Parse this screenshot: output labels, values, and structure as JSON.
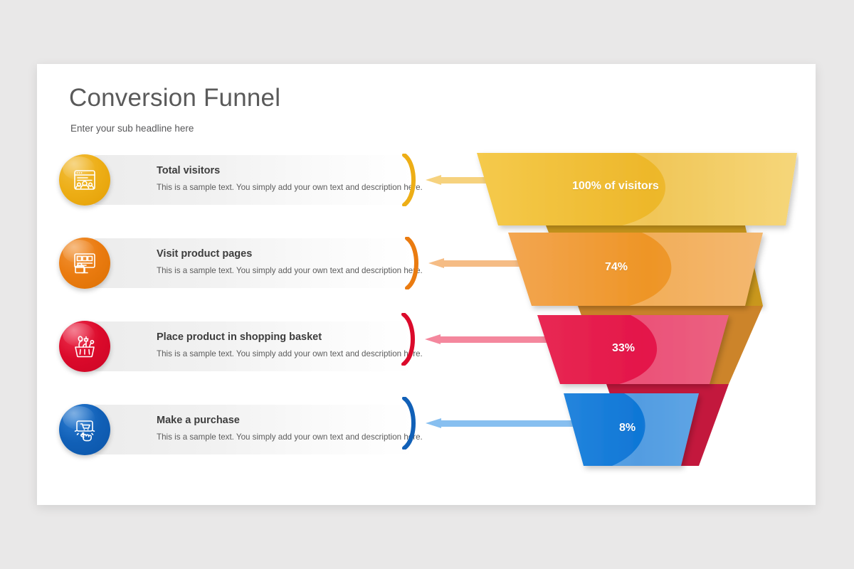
{
  "slide": {
    "title": "Conversion Funnel",
    "subtitle": "Enter your sub headline here",
    "background_color": "#e9e8e8",
    "card_color": "#ffffff"
  },
  "stages": [
    {
      "label": "Total visitors",
      "description": "This is a sample text. You simply add your own text and description here.",
      "icon": "browser-users-icon",
      "color": "#EDAE16",
      "color_light": "#F6D27E",
      "percent_label": "100% of visitors",
      "percent_value": 100
    },
    {
      "label": "Visit product pages",
      "description": "This is a sample text. You simply add your own text and description here.",
      "icon": "product-pages-icon",
      "color": "#EA7B10",
      "color_light": "#F5BC85",
      "percent_label": "74%",
      "percent_value": 74
    },
    {
      "label": "Place product in shopping basket",
      "description": "This is a sample text. You simply add your own text and description here.",
      "icon": "shopping-basket-icon",
      "color": "#DB0A2B",
      "color_light": "#F4879D",
      "percent_label": "33%",
      "percent_value": 33
    },
    {
      "label": "Make a purchase",
      "description": "This is a sample text. You simply add your own text and description here.",
      "icon": "click-to-buy-icon",
      "color": "#1160B7",
      "color_light": "#87BFF0",
      "percent_label": "8%",
      "percent_value": 8
    }
  ],
  "chart_data": {
    "type": "funnel",
    "title": "Conversion Funnel",
    "subtitle": "Enter your sub headline here",
    "categories": [
      "Total visitors",
      "Visit product pages",
      "Place product in shopping basket",
      "Make a purchase"
    ],
    "values": [
      100,
      74,
      33,
      8
    ],
    "value_labels": [
      "100% of visitors",
      "74%",
      "33%",
      "8%"
    ],
    "unit": "%",
    "colors": [
      "#EDAE16",
      "#EA7B10",
      "#DB0A2B",
      "#1160B7"
    ],
    "orientation": "vertical",
    "legend": "none",
    "grid": false
  }
}
